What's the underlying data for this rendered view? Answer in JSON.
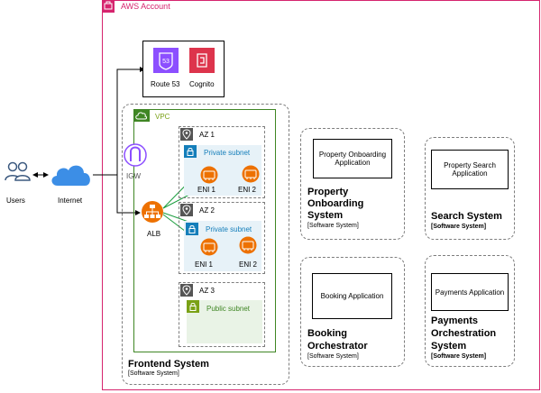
{
  "aws_account": {
    "label": "AWS Account"
  },
  "actors": {
    "users": "Users",
    "internet": "Internet",
    "igw": "IGW",
    "alb": "ALB"
  },
  "services": {
    "route53": "Route 53",
    "route53_badge": "53",
    "cognito": "Cognito"
  },
  "vpc": {
    "label": "VPC",
    "az1": {
      "label": "AZ 1",
      "subnet": "Private subnet",
      "eni_a": "ENI 1",
      "eni_b": "ENI 2"
    },
    "az2": {
      "label": "AZ 2",
      "subnet": "Private subnet",
      "eni_a": "ENI 1",
      "eni_b": "ENI 2"
    },
    "az3": {
      "label": "AZ 3",
      "subnet": "Public subnet"
    }
  },
  "systems": {
    "frontend": {
      "name": "Frontend System",
      "type": "[Software System]"
    },
    "property_onboarding": {
      "name_line1": "Property",
      "name_line2": "Onboarding",
      "name_line3": "System",
      "type": "[Software System]",
      "app": "Property Onboarding Application"
    },
    "search": {
      "name": "Search System",
      "type": "[Software System]",
      "app": "Property Search Application"
    },
    "booking": {
      "name_line1": "Booking",
      "name_line2": "Orchestrator",
      "type": "[Software System]",
      "app": "Booking Application"
    },
    "payments": {
      "name_line1": "Payments",
      "name_line2": "Orchestration",
      "name_line3": "System",
      "type": "[Software System]",
      "app": "Payments Application"
    }
  },
  "colors": {
    "aws_border": "#d6246e",
    "vpc_green": "#3f8624",
    "orange": "#ed7100",
    "route53_purple": "#8c4fff",
    "cognito_red": "#dd344c",
    "igw_purple": "#8c4fff",
    "cloud_blue": "#3c8ee6",
    "users_blue": "#3d5a80",
    "subnet_blue": "#147eba",
    "subnet_green": "#7aa116",
    "flow_green": "#1b9e3e"
  },
  "icons": [
    "aws-account-icon",
    "users-icon",
    "internet-cloud-icon",
    "route53-icon",
    "cognito-icon",
    "igw-icon",
    "alb-icon",
    "eni-icon",
    "lock-icon",
    "az-pin-icon",
    "vpc-cloud-icon"
  ]
}
